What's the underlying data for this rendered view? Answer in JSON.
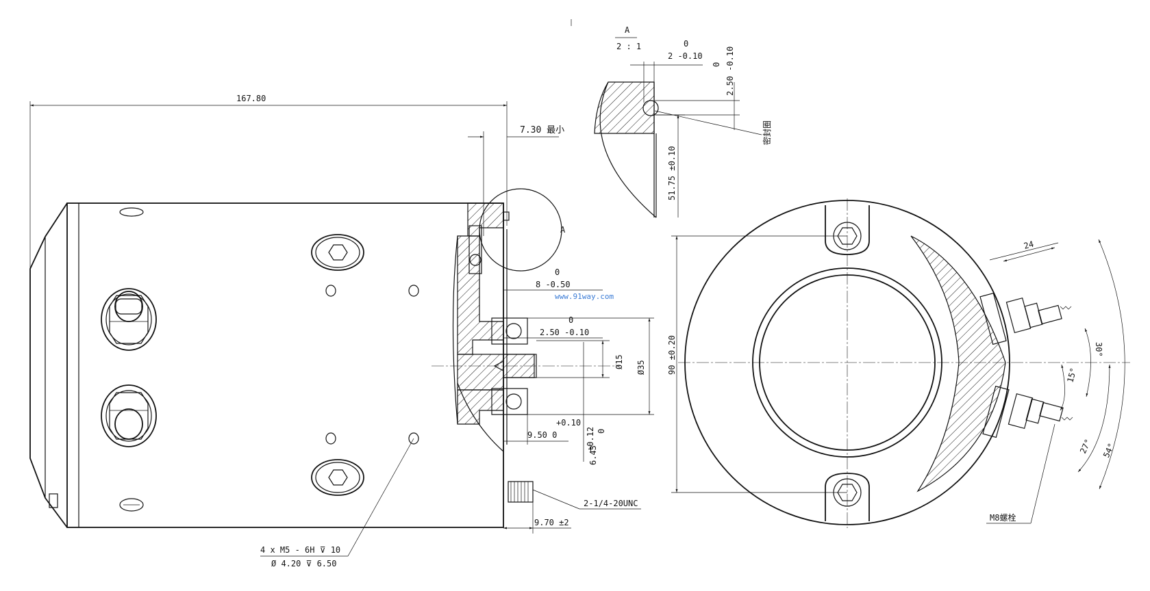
{
  "side_view": {
    "overall_length": "167.80",
    "flange_dim": "7.30 最小",
    "detail_ref": "A",
    "tol_8": "0",
    "dim_8": "8 -0.50",
    "tol_250": "0",
    "dim_250": "2.50 -0.10",
    "dim_d15": "Ø15",
    "dim_d35": "Ø35",
    "tol_950": "+0.10",
    "dim_950": "9.50   0",
    "tol_643": "+0.12",
    "tol_643b": "0",
    "dim_643": "6.43",
    "thread_callout": "2-1/4-20UNC",
    "dim_970": "9.70 ±2",
    "hole_callout_line1": "4 x  M5 - 6H ⊽ 10",
    "hole_callout_line2": "Ø 4.20 ⊽ 6.50"
  },
  "detail_a": {
    "title": "A",
    "scale": "2 : 1",
    "tol_2": "0",
    "dim_2": "2 -0.10",
    "dim_250v": "2.50 -0.10",
    "tol_250v": "0",
    "dim_5175": "51.75 ±0.10",
    "seal_label": "密封圈"
  },
  "end_view": {
    "dim_90": "90 ±0.20",
    "dim_24": "24",
    "angle_30": "30°",
    "angle_15": "15°",
    "angle_27": "27°",
    "angle_54": "54°",
    "bolt_label": "M8螺栓"
  },
  "watermark": "www.91way.com"
}
